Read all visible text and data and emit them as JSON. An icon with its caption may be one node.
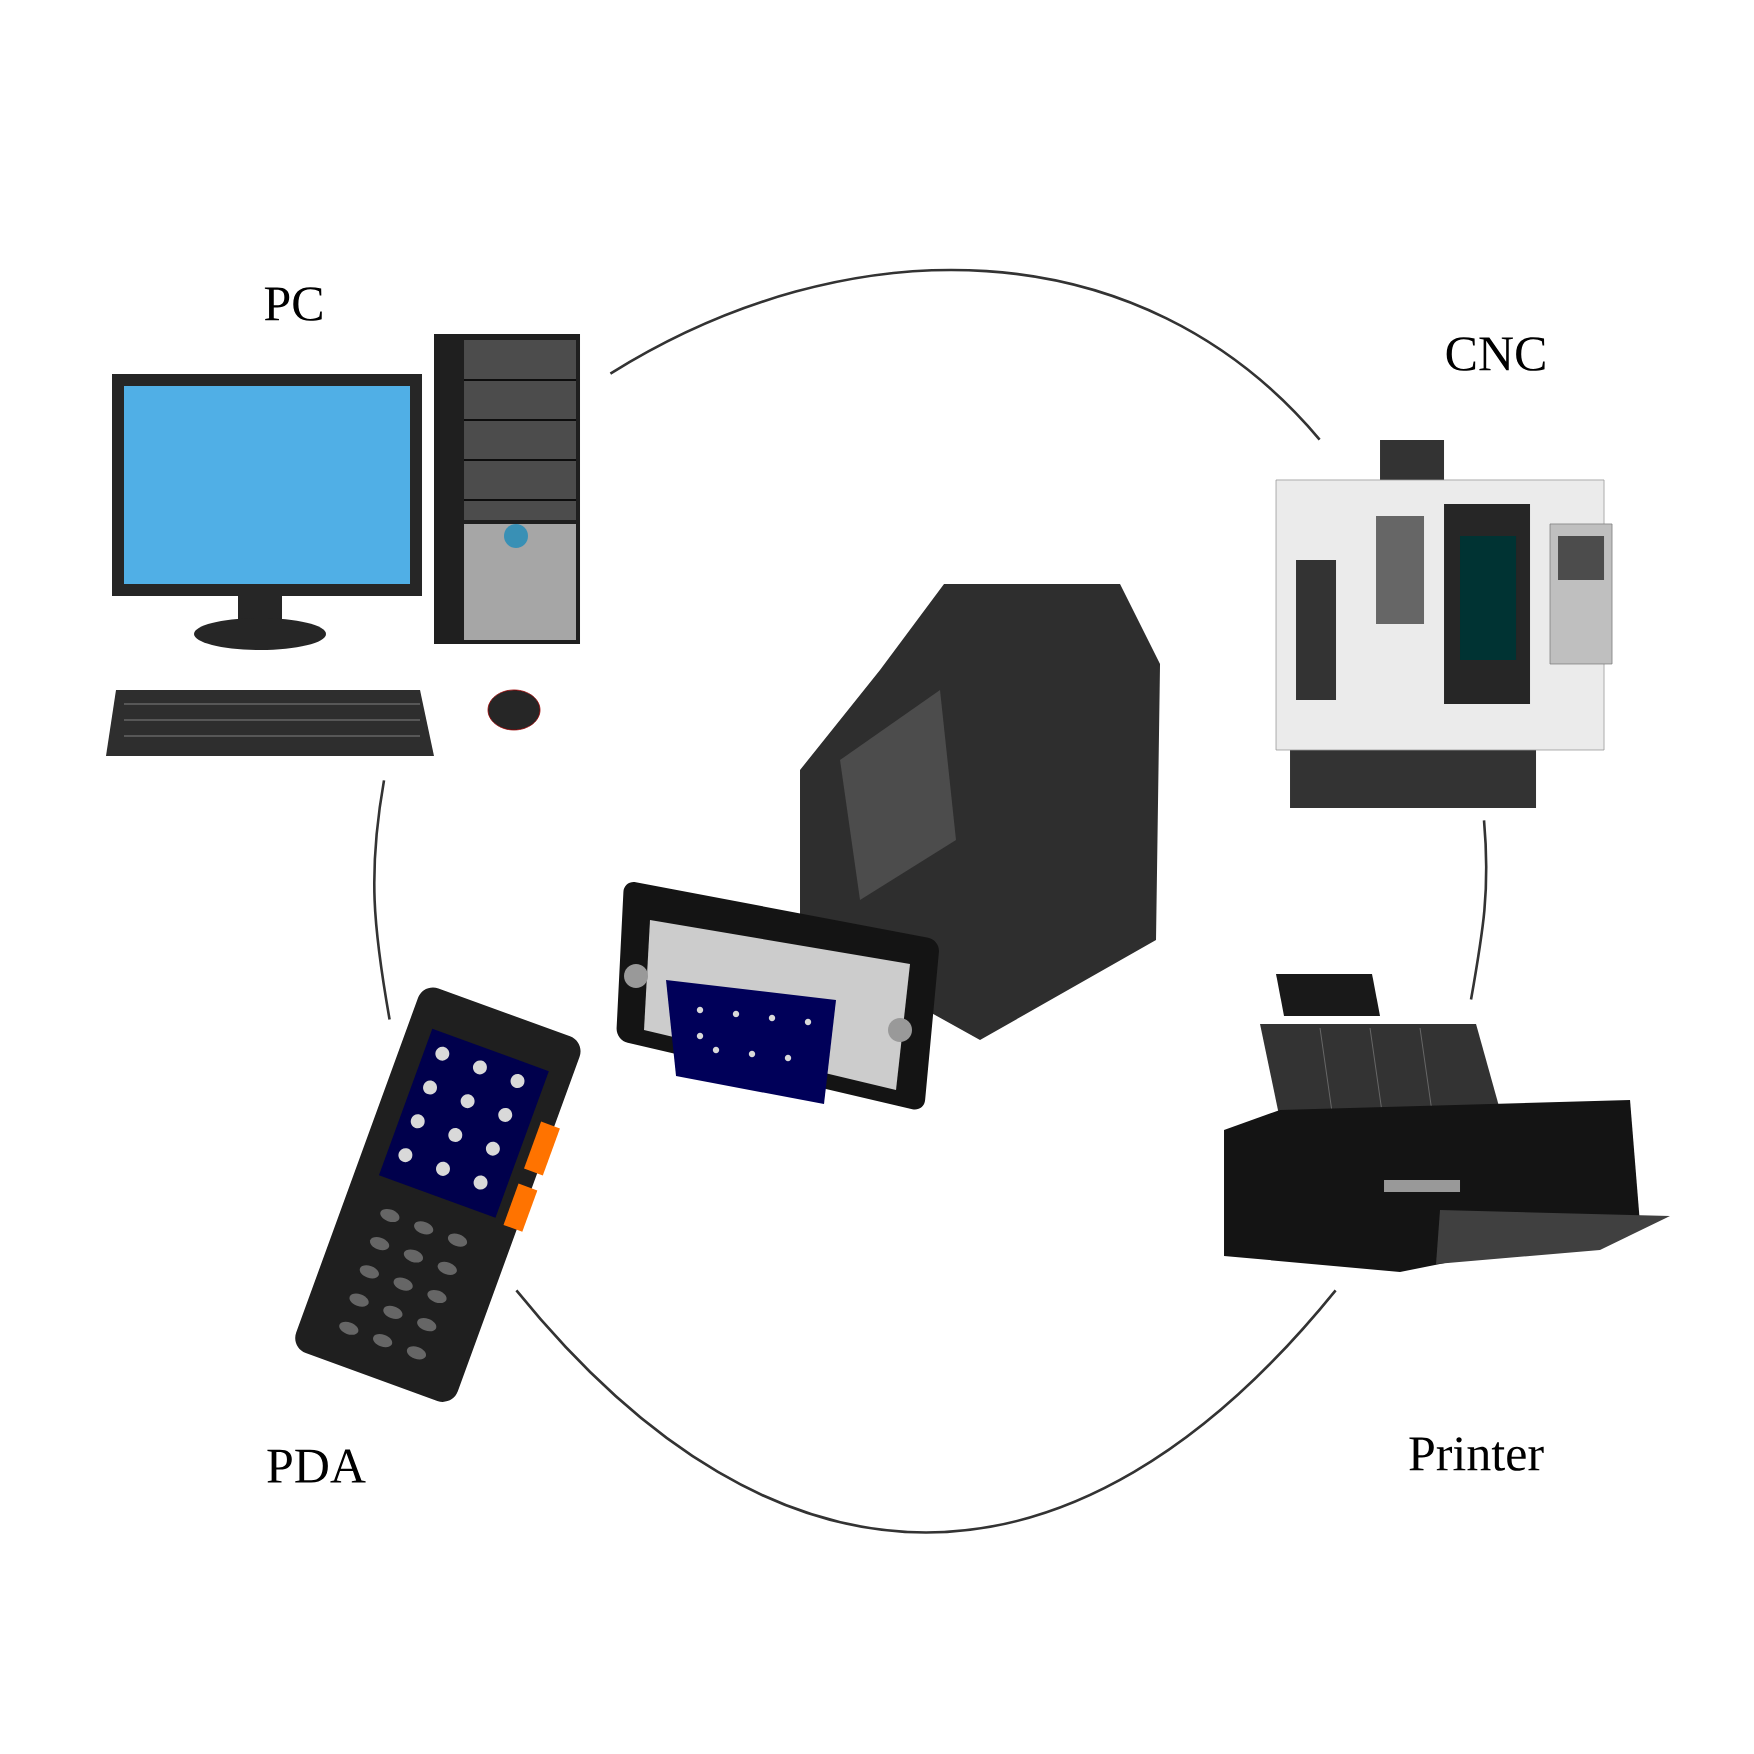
{
  "diagram": {
    "nodes": [
      {
        "text": [
          "PC"
        ]
      },
      {
        "text": [
          "CNC"
        ]
      },
      {
        "text": [
          "Printer"
        ]
      },
      {
        "text": [
          "PDA"
        ]
      },
      {
        "text": [],
        "shape": "picture"
      }
    ],
    "edges": [
      {
        "from": 0,
        "to": 1,
        "arrow": "none"
      },
      {
        "from": 1,
        "to": 2,
        "arrow": "none"
      },
      {
        "from": 2,
        "to": 3,
        "arrow": "none"
      },
      {
        "from": 3,
        "to": 0,
        "arrow": "none"
      }
    ]
  }
}
